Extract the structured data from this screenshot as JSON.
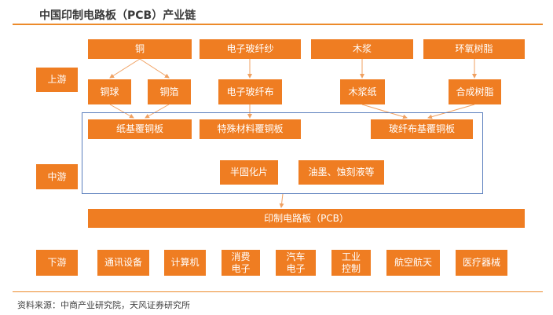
{
  "title": "中国印制电路板（PCB）产业链",
  "source": "资料来源：中商产业研究院，天风证券研究所",
  "colors": {
    "box": "#ef7d22",
    "rule": "#ec8a2a",
    "frame": "#5b7fbd",
    "arrow": "#f0a060"
  },
  "stages": {
    "upstream": "上游",
    "midstream": "中游",
    "downstream": "下游"
  },
  "raw_materials": {
    "copper": "铜",
    "glass_yarn": "电子玻纤纱",
    "wood_pulp": "木浆",
    "epoxy": "环氧树脂"
  },
  "intermediates": {
    "copper_ball": "铜球",
    "copper_foil": "铜箔",
    "glass_cloth": "电子玻纤布",
    "pulp_paper": "木浆纸",
    "synthetic_resin": "合成树脂"
  },
  "ccl": {
    "paper_ccl": "纸基覆铜板",
    "special_ccl": "特殊材料覆铜板",
    "glass_ccl": "玻纤布基覆铜板"
  },
  "mid_materials": {
    "prepreg": "半固化片",
    "ink_etchant": "油墨、蚀刻液等"
  },
  "pcb": "印制电路板（PCB）",
  "applications": [
    {
      "line1": "通讯设备",
      "line2": ""
    },
    {
      "line1": "计算机",
      "line2": ""
    },
    {
      "line1": "消费",
      "line2": "电子"
    },
    {
      "line1": "汽车",
      "line2": "电子"
    },
    {
      "line1": "工业",
      "line2": "控制"
    },
    {
      "line1": "航空航天",
      "line2": ""
    },
    {
      "line1": "医疗器械",
      "line2": ""
    }
  ]
}
